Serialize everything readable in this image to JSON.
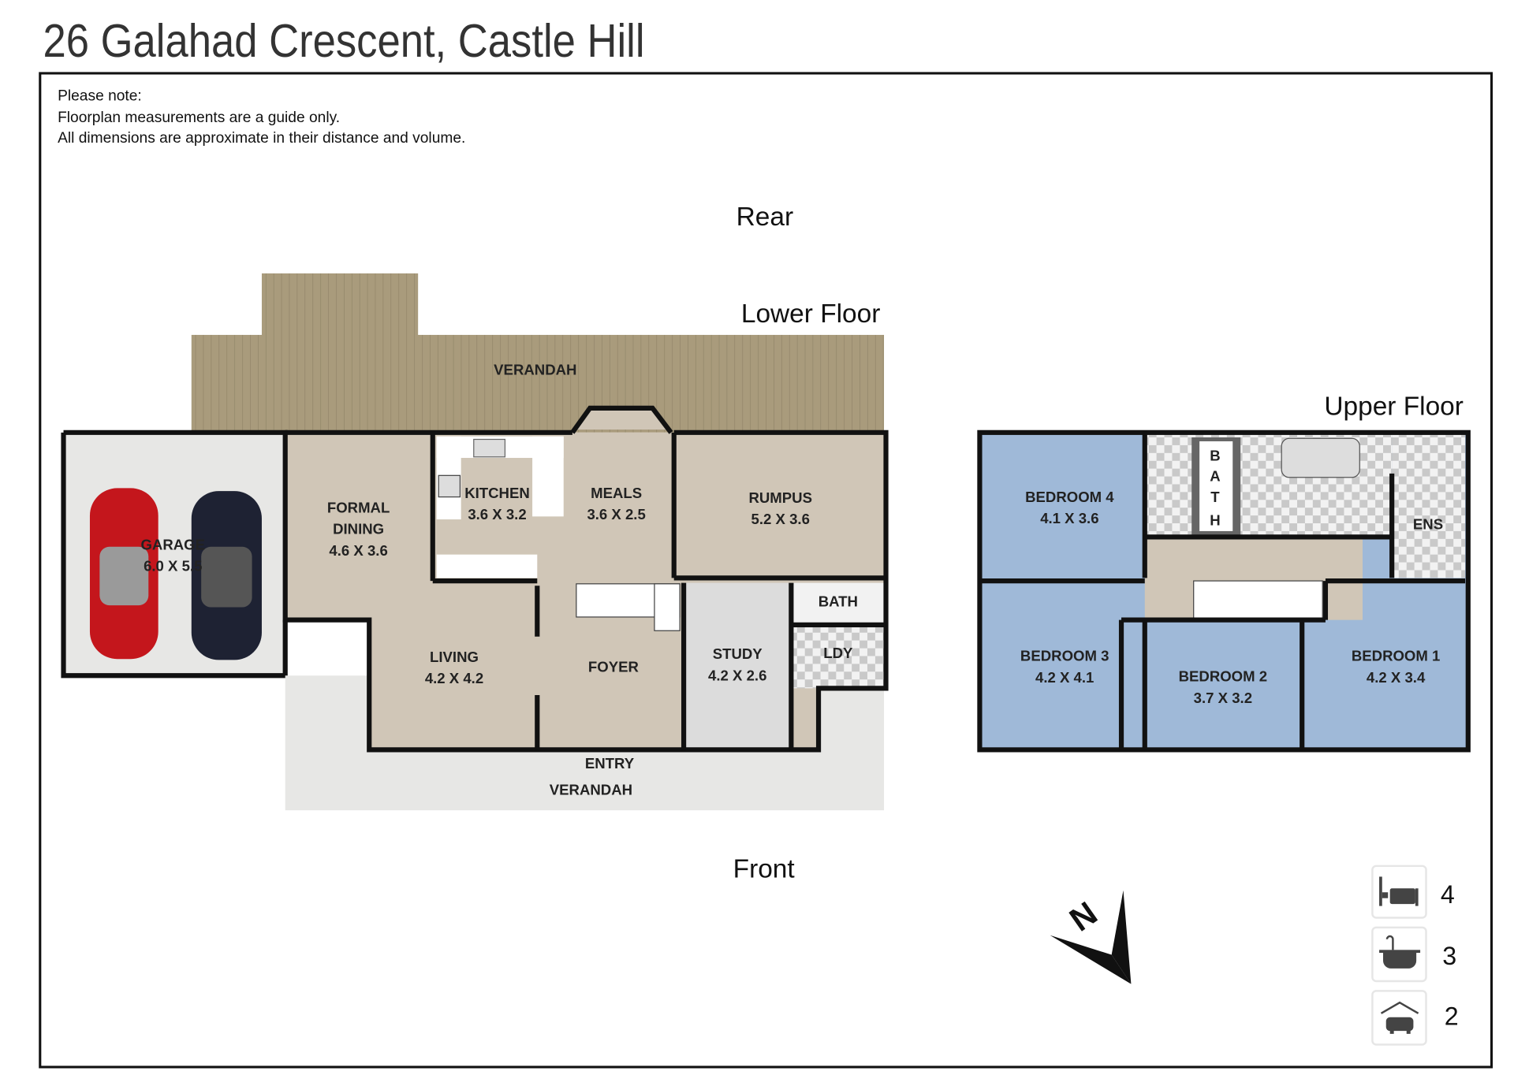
{
  "title": "26 Galahad Crescent, Castle Hill",
  "notes": [
    "Please note:",
    "Floorplan measurements are a guide only.",
    "All dimensions are approximate in their distance and volume."
  ],
  "labels": {
    "rear": "Rear",
    "front": "Front",
    "lower_floor": "Lower Floor",
    "upper_floor": "Upper Floor",
    "compass": "N"
  },
  "lower_rooms": {
    "verandah_rear": {
      "name": "VERANDAH"
    },
    "garage": {
      "name": "GARAGE",
      "dims": "6.0 X 5.5"
    },
    "formal_dining": {
      "name1": "FORMAL",
      "name2": "DINING",
      "dims": "4.6 X 3.6"
    },
    "kitchen": {
      "name": "KITCHEN",
      "dims": "3.6 X 3.2"
    },
    "meals": {
      "name": "MEALS",
      "dims": "3.6 X 2.5"
    },
    "rumpus": {
      "name": "RUMPUS",
      "dims": "5.2 X 3.6"
    },
    "bath": {
      "name": "BATH"
    },
    "ldy": {
      "name": "LDY"
    },
    "living": {
      "name": "LIVING",
      "dims": "4.2 X 4.2"
    },
    "foyer": {
      "name": "FOYER"
    },
    "study": {
      "name": "STUDY",
      "dims": "4.2 X 2.6"
    },
    "entry": {
      "name": "ENTRY"
    },
    "verandah_front": {
      "name": "VERANDAH"
    }
  },
  "upper_rooms": {
    "bedroom4": {
      "name": "BEDROOM 4",
      "dims": "4.1 X 3.6"
    },
    "bath": {
      "letters": [
        "B",
        "A",
        "T",
        "H"
      ]
    },
    "ens": {
      "name": "ENS"
    },
    "bedroom3": {
      "name": "BEDROOM 3",
      "dims": "4.2 X 4.1"
    },
    "bedroom2": {
      "name": "BEDROOM 2",
      "dims": "3.7 X 3.2"
    },
    "bedroom1": {
      "name": "BEDROOM 1",
      "dims": "4.2 X 3.4"
    }
  },
  "stats": {
    "bedrooms": "4",
    "bathrooms": "3",
    "car_spaces": "2"
  },
  "colors": {
    "verandah": "#a99b7c",
    "room": "#d0c6b7",
    "paving": "#e7e7e5",
    "upper_room": "#9fb9d8",
    "car_red": "#c4161c",
    "car_dark": "#1e2233"
  }
}
